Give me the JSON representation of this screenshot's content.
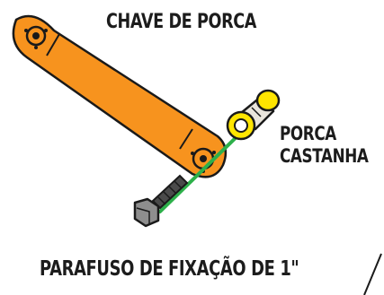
{
  "labels": {
    "wrench": "CHAVE DE PORCA",
    "nut_line1": "PORCA",
    "nut_line2": "CASTANHA",
    "bolt": "PARAFUSO DE FIXAÇÃO DE 1\""
  },
  "colors": {
    "wrench": "#F7931E",
    "outline": "#1A1A1A",
    "nut": "#FFE500",
    "nut_body": "#E9E5DC",
    "bolt": "#8E8E8E",
    "axis_line": "#2DB04A"
  },
  "icons": {
    "wrench": "wrench-icon",
    "nut": "nut-icon",
    "bolt": "bolt-icon"
  }
}
